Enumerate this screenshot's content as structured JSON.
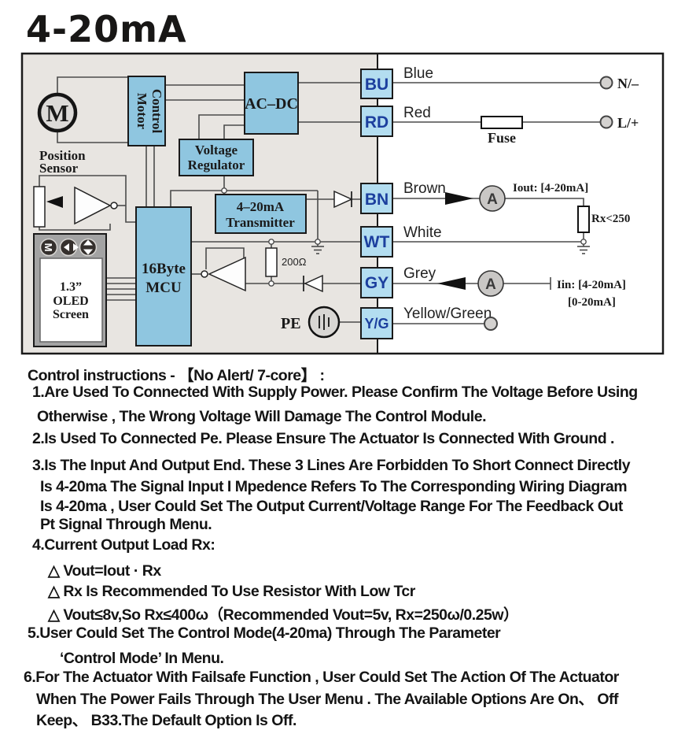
{
  "title": "4-20mA",
  "colors": {
    "diagram_bg": "#e8e5e1",
    "block_blue": "#8fc6e0",
    "terminal_blue": "#b3ddf0",
    "terminal_text": "#1c3f9e",
    "motor_orange": "#d4572b",
    "wire": "#4b4b4b"
  },
  "diagram": {
    "motor_letter": "M",
    "motor_control_line1": "Motor",
    "motor_control_line2": "Control",
    "acdc_label": "AC–DC",
    "voltage_regulator_line1": "Voltage",
    "voltage_regulator_line2": "Regulator",
    "transmitter_line1": "4–20mA",
    "transmitter_line2": "Transmitter",
    "mcu_line1": "16Byte",
    "mcu_line2": "MCU",
    "position_sensor_line1": "Position",
    "position_sensor_line2": "Sensor",
    "oled_line1": "1.3”",
    "oled_line2": "OLED",
    "oled_line3": "Screen",
    "oled_button1": "M",
    "resistor_200": "200Ω",
    "pe_label": "PE",
    "fuse_label": "Fuse",
    "neutral_label": "N/–",
    "line_label": "L/+",
    "iout_label": "Iout: [4-20mA]",
    "rx_label": "Rx<250",
    "iin_label1": "Iin: [4-20mA]",
    "iin_label2": "[0-20mA]",
    "ammeter_letter": "A",
    "terminals": [
      {
        "code": "BU",
        "wire": "Blue"
      },
      {
        "code": "RD",
        "wire": "Red"
      },
      {
        "code": "BN",
        "wire": "Brown"
      },
      {
        "code": "WT",
        "wire": "White"
      },
      {
        "code": "GY",
        "wire": "Grey"
      },
      {
        "code": "Y/G",
        "wire": "Yellow/Green"
      }
    ]
  },
  "instructions": {
    "heading": "Control instructions - 【No Alert/ 7-core】 :",
    "lines": [
      "1.Are Used To Connected With Supply Power. Please Confirm The Voltage Before Using",
      "Otherwise , The Wrong Voltage Will Damage The Control Module.",
      "2.Is Used To Connected Pe. Please Ensure The Actuator Is Connected With Ground .",
      "3.Is The Input And Output End. These 3 Lines Are Forbidden To Short Connect Directly",
      "Is  4-20ma The Signal Input I Mpedence Refers To The Corresponding Wiring Diagram",
      "Is 4-20ma , User Could Set The Output Current/Voltage Range For The Feedback Out",
      "Pt Signal Through Menu.",
      "4.Current Output Load Rx:",
      "△ Vout=Iout · Rx",
      "△ Rx Is Recommended To Use Resistor With Low Tcr",
      "△ Vout≤8v,So Rx≤400ω（Recommended Vout=5v,  Rx=250ω/0.25w）",
      "5.User Could Set The Control Mode(4-20ma) Through The Parameter",
      "‘Control Mode’  In Menu.",
      "6.For The Actuator With Failsafe Function , User Could Set The Action Of The Actuator",
      "When The Power Fails Through The User Menu . The Available Options Are On、 Off",
      "Keep、 B33.The Default Option Is Off."
    ]
  }
}
